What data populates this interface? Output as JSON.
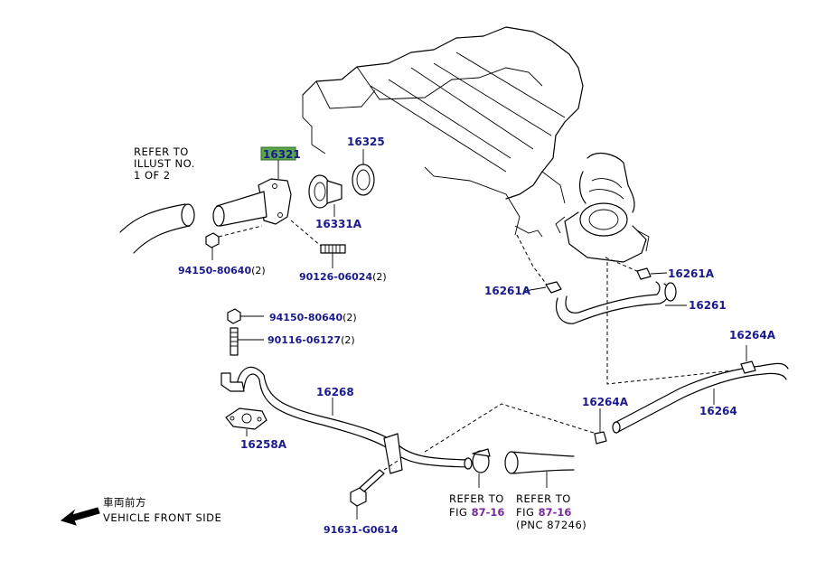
{
  "refer_illust": {
    "line1": "REFER TO",
    "line2": "ILLUST NO.",
    "line3": "1 OF 2"
  },
  "parts": {
    "p16321": "16321",
    "p16325": "16325",
    "p16331A": "16331A",
    "p94150a": "94150-80640",
    "p94150a_qty": "(2)",
    "p90126": "90126-06024",
    "p90126_qty": "(2)",
    "p16261A_left": "16261A",
    "p16261A_right": "16261A",
    "p16261": "16261",
    "p94150b": "94150-80640",
    "p94150b_qty": "(2)",
    "p90116": "90116-06127",
    "p90116_qty": "(2)",
    "p16268": "16268",
    "p16264A_top": "16264A",
    "p16264A_mid": "16264A",
    "p16264": "16264",
    "p16258A": "16258A",
    "p91631": "91631-G0614"
  },
  "refer_fig_1": {
    "line1": "REFER TO",
    "prefix": "FIG ",
    "fig": "87-16"
  },
  "refer_fig_2": {
    "line1": "REFER TO",
    "prefix": "FIG ",
    "fig": "87-16",
    "line3": "(PNC 87246)"
  },
  "direction": {
    "jp": "車両前方",
    "en": "VEHICLE FRONT SIDE"
  },
  "colors": {
    "part_number": "#1a1a8c",
    "fig_link": "#7a2a9a",
    "highlight": "#5aa84a"
  }
}
